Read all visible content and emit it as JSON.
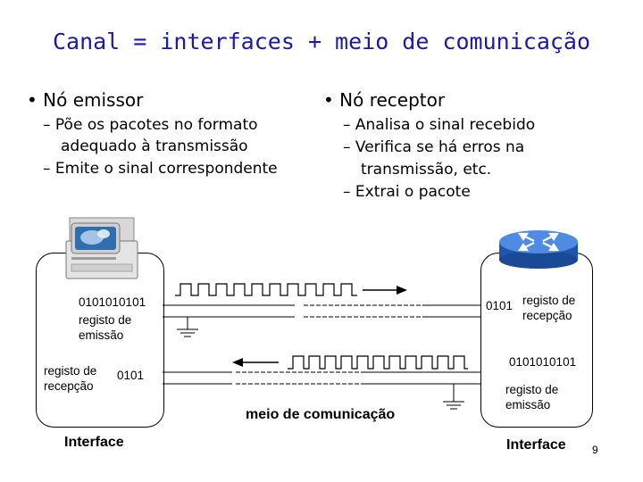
{
  "title": "Canal = interfaces + meio de comunicação",
  "left": {
    "heading": "Nó emissor",
    "items": [
      "– Põe os pacotes no formato",
      "adequado à transmissão",
      "– Emite o sinal correspondente"
    ]
  },
  "right": {
    "heading": "Nó receptor",
    "items": [
      "– Analisa o sinal recebido",
      "– Verifica se há erros na",
      "transmissão, etc.",
      "– Extrai o pacote"
    ]
  },
  "left_iface": {
    "bits_tx": "0101010101",
    "reg_tx_1": "registo de",
    "reg_tx_2": "emissão",
    "reg_rx_1": "registo de",
    "reg_rx_2": "recepção",
    "bits_rx": "0101",
    "label": "Interface"
  },
  "right_iface": {
    "bits_rx": "0101",
    "reg_rx_1": "registo de",
    "reg_rx_2": "recepção",
    "bits_tx": "0101010101",
    "reg_tx_1": "registo de",
    "reg_tx_2": "emissão",
    "label": "Interface"
  },
  "medium_label": "meio de comunicação",
  "page_number": "9",
  "colors": {
    "title": "#1a1aa6",
    "monitor_screen": "#2f6fb0",
    "router": "#2d6fd2"
  },
  "icons": [
    "computer-icon",
    "router-icon",
    "ground-icon",
    "arrow-right-icon",
    "arrow-left-icon"
  ]
}
